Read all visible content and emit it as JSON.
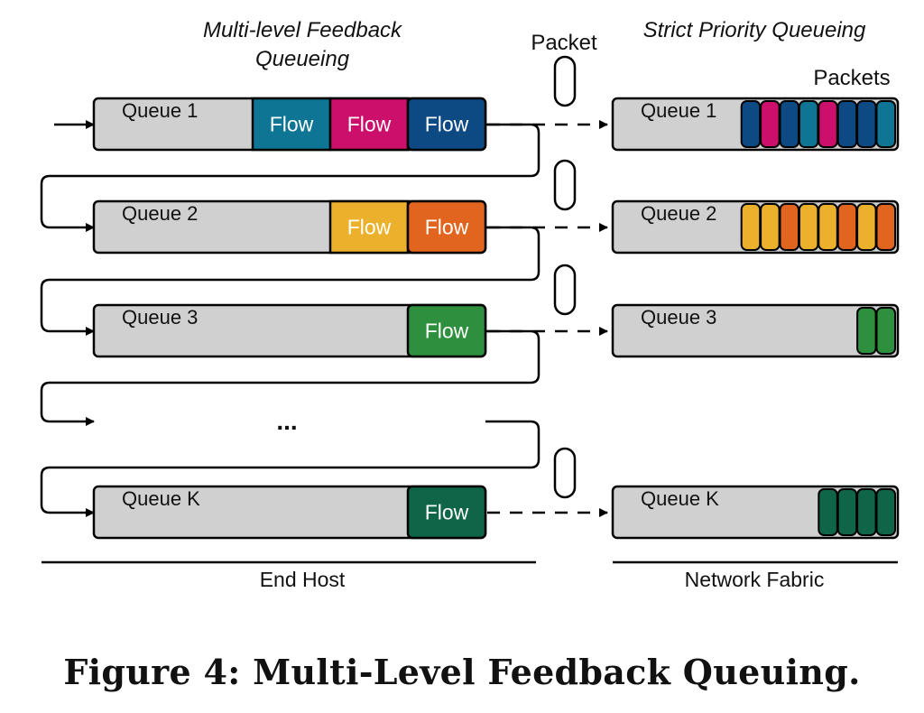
{
  "headings": {
    "mlfq_line1": "Multi-level Feedback",
    "mlfq_line2": "Queueing",
    "spq": "Strict Priority Queueing",
    "packet": "Packet",
    "packets": "Packets"
  },
  "end_host": {
    "label": "End Host",
    "queues": [
      {
        "label": "Queue 1",
        "flows": [
          {
            "label": "Flow",
            "color": "#0f7594"
          },
          {
            "label": "Flow",
            "color": "#cc0f6b"
          },
          {
            "label": "Flow",
            "color": "#0d4a84"
          }
        ]
      },
      {
        "label": "Queue 2",
        "flows": [
          {
            "label": "Flow",
            "color": "#ecb12c"
          },
          {
            "label": "Flow",
            "color": "#e2651f"
          }
        ]
      },
      {
        "label": "Queue 3",
        "flows": [
          {
            "label": "Flow",
            "color": "#2e8f3e"
          }
        ]
      },
      {
        "label": "Queue K",
        "flows": [
          {
            "label": "Flow",
            "color": "#0e6547"
          }
        ]
      }
    ],
    "ellipsis": "..."
  },
  "network_fabric": {
    "label": "Network Fabric",
    "queues": [
      {
        "label": "Queue 1",
        "packets": [
          "#0d4a84",
          "#cc0f6b",
          "#0d4a84",
          "#0f7594",
          "#cc0f6b",
          "#0d4a84",
          "#0d4a84",
          "#0f7594"
        ]
      },
      {
        "label": "Queue 2",
        "packets": [
          "#ecb12c",
          "#ecb12c",
          "#e2651f",
          "#ecb12c",
          "#ecb12c",
          "#e2651f",
          "#ecb12c",
          "#e2651f"
        ]
      },
      {
        "label": "Queue 3",
        "packets": [
          "#2e8f3e",
          "#2e8f3e"
        ]
      },
      {
        "label": "Queue K",
        "packets": [
          "#0e6547",
          "#0e6547",
          "#0e6547",
          "#0e6547"
        ]
      }
    ]
  },
  "caption": "Figure 4: Multi-Level Feedback Queuing."
}
